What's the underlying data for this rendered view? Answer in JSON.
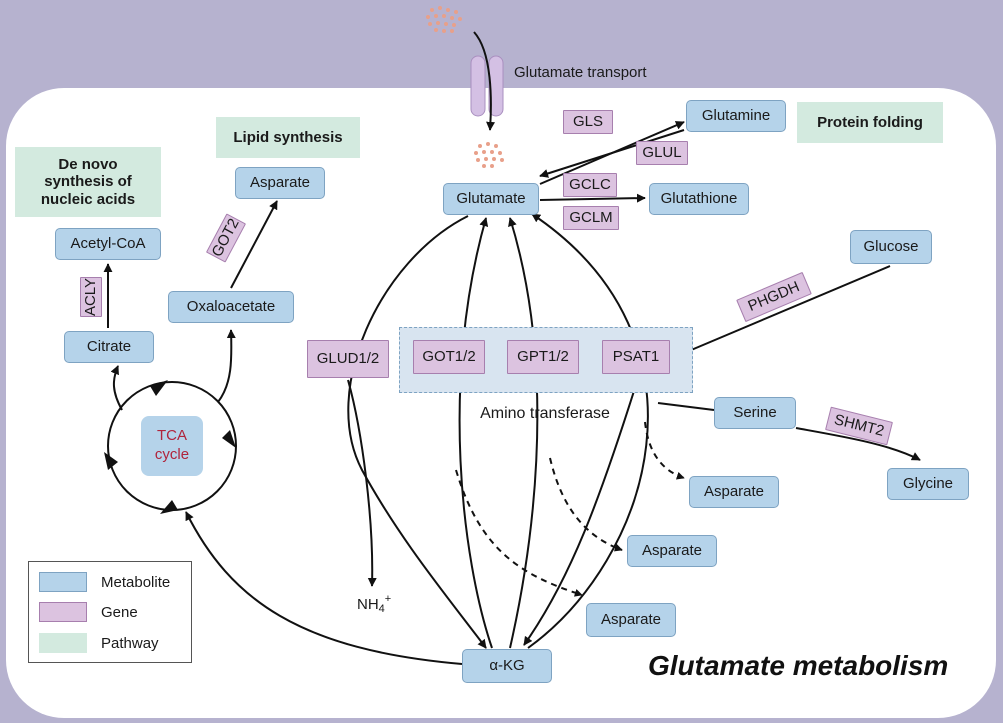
{
  "title": "Glutamate metabolism",
  "transport_label": "Glutamate transport",
  "amino_label": "Amino transferase",
  "tca": {
    "line1": "TCA",
    "line2": "cycle"
  },
  "nh4": {
    "base": "NH",
    "sub": "4",
    "sup": "+"
  },
  "pathways": {
    "denovo": [
      "De novo",
      "synthesis of",
      "nucleic acids"
    ],
    "lipid": "Lipid synthesis",
    "protein": "Protein folding"
  },
  "metabolites": {
    "acetyl_coa": "Acetyl-CoA",
    "citrate": "Citrate",
    "asparate_top": "Asparate",
    "oxaloacetate": "Oxaloacetate",
    "glutamate": "Glutamate",
    "glutamine": "Glutamine",
    "glutathione": "Glutathione",
    "glucose": "Glucose",
    "serine": "Serine",
    "glycine": "Glycine",
    "asparate_1": "Asparate",
    "asparate_2": "Asparate",
    "asparate_3": "Asparate",
    "akg": "α-KG"
  },
  "genes": {
    "acly": "ACLY",
    "got2": "GOT2",
    "gls": "GLS",
    "glul": "GLUL",
    "gclc": "GCLC",
    "gclm": "GCLM",
    "phgdh": "PHGDH",
    "glud": "GLUD1/2",
    "got12": "GOT1/2",
    "gpt12": "GPT1/2",
    "psat1": "PSAT1",
    "shmt2": "SHMT2"
  },
  "legend": [
    {
      "label": "Metabolite",
      "kind": "metabolite"
    },
    {
      "label": "Gene",
      "kind": "gene"
    },
    {
      "label": "Pathway",
      "kind": "pathway"
    }
  ],
  "colors": {
    "background": "#b6b2cf",
    "cell": "#ffffff",
    "metabolite": "#b5d3ea",
    "gene": "#dcc3e0",
    "pathway": "#d3eadf",
    "tca_text": "#b0243c",
    "transporter": "#d4c0e4",
    "glutamate_dots": "#e8a08a"
  }
}
